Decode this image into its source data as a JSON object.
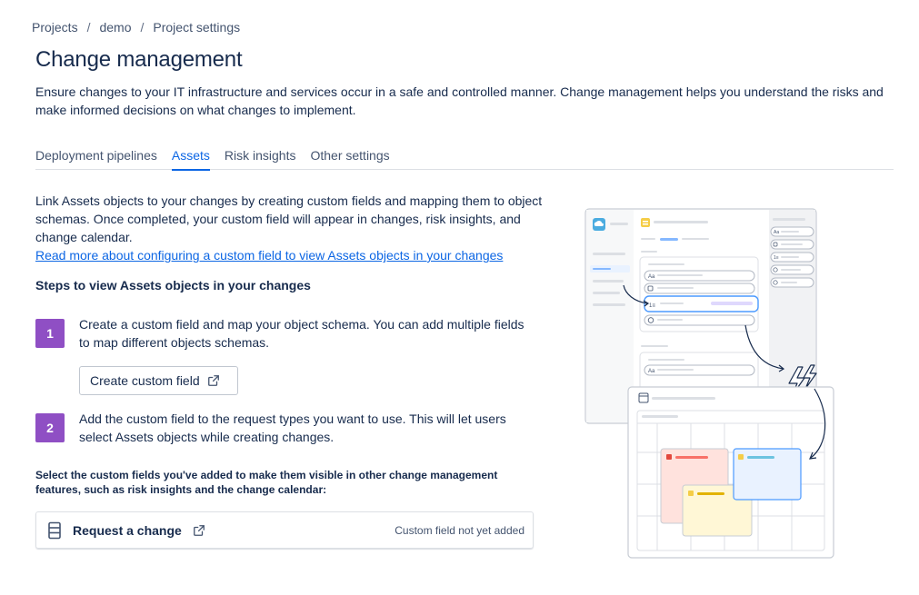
{
  "breadcrumb": {
    "items": [
      "Projects",
      "demo",
      "Project settings"
    ],
    "separator": "/"
  },
  "page": {
    "title": "Change management",
    "description": "Ensure changes to your IT infrastructure and services occur in a safe and controlled manner. Change management helps you understand the risks and make informed decisions on what changes to implement."
  },
  "tabs": [
    {
      "label": "Deployment pipelines",
      "active": false
    },
    {
      "label": "Assets",
      "active": true
    },
    {
      "label": "Risk insights",
      "active": false
    },
    {
      "label": "Other settings",
      "active": false
    }
  ],
  "assets": {
    "intro": "Link Assets objects to your changes by creating custom fields and mapping them to object schemas. Once completed, your custom field will appear in changes, risk insights, and change calendar.",
    "learn_link": "Read more about configuring a custom field to view Assets objects in your changes",
    "steps_heading": "Steps to view Assets objects in your changes",
    "steps": [
      {
        "number": "1",
        "text": "Create a custom field and map your object schema. You can add multiple fields to map different objects schemas."
      },
      {
        "number": "2",
        "text": "Add the custom field to the request types you want to use. This will let users select Assets objects while creating changes."
      }
    ],
    "create_button": "Create custom field",
    "select_note": "Select the custom fields you've added to make them visible in other change management features, such as risk insights and the change calendar:",
    "request_type": {
      "name": "Request a change",
      "status": "Custom field not yet added",
      "icon": "form-icon"
    }
  },
  "colors": {
    "accent": "#0c66e4",
    "step_badge": "#8f4fc4",
    "text": "#172b4d",
    "subtle_text": "#44546f"
  },
  "icons": {
    "external_link": "external-link-icon",
    "illustration": "assets-change-illustration"
  }
}
